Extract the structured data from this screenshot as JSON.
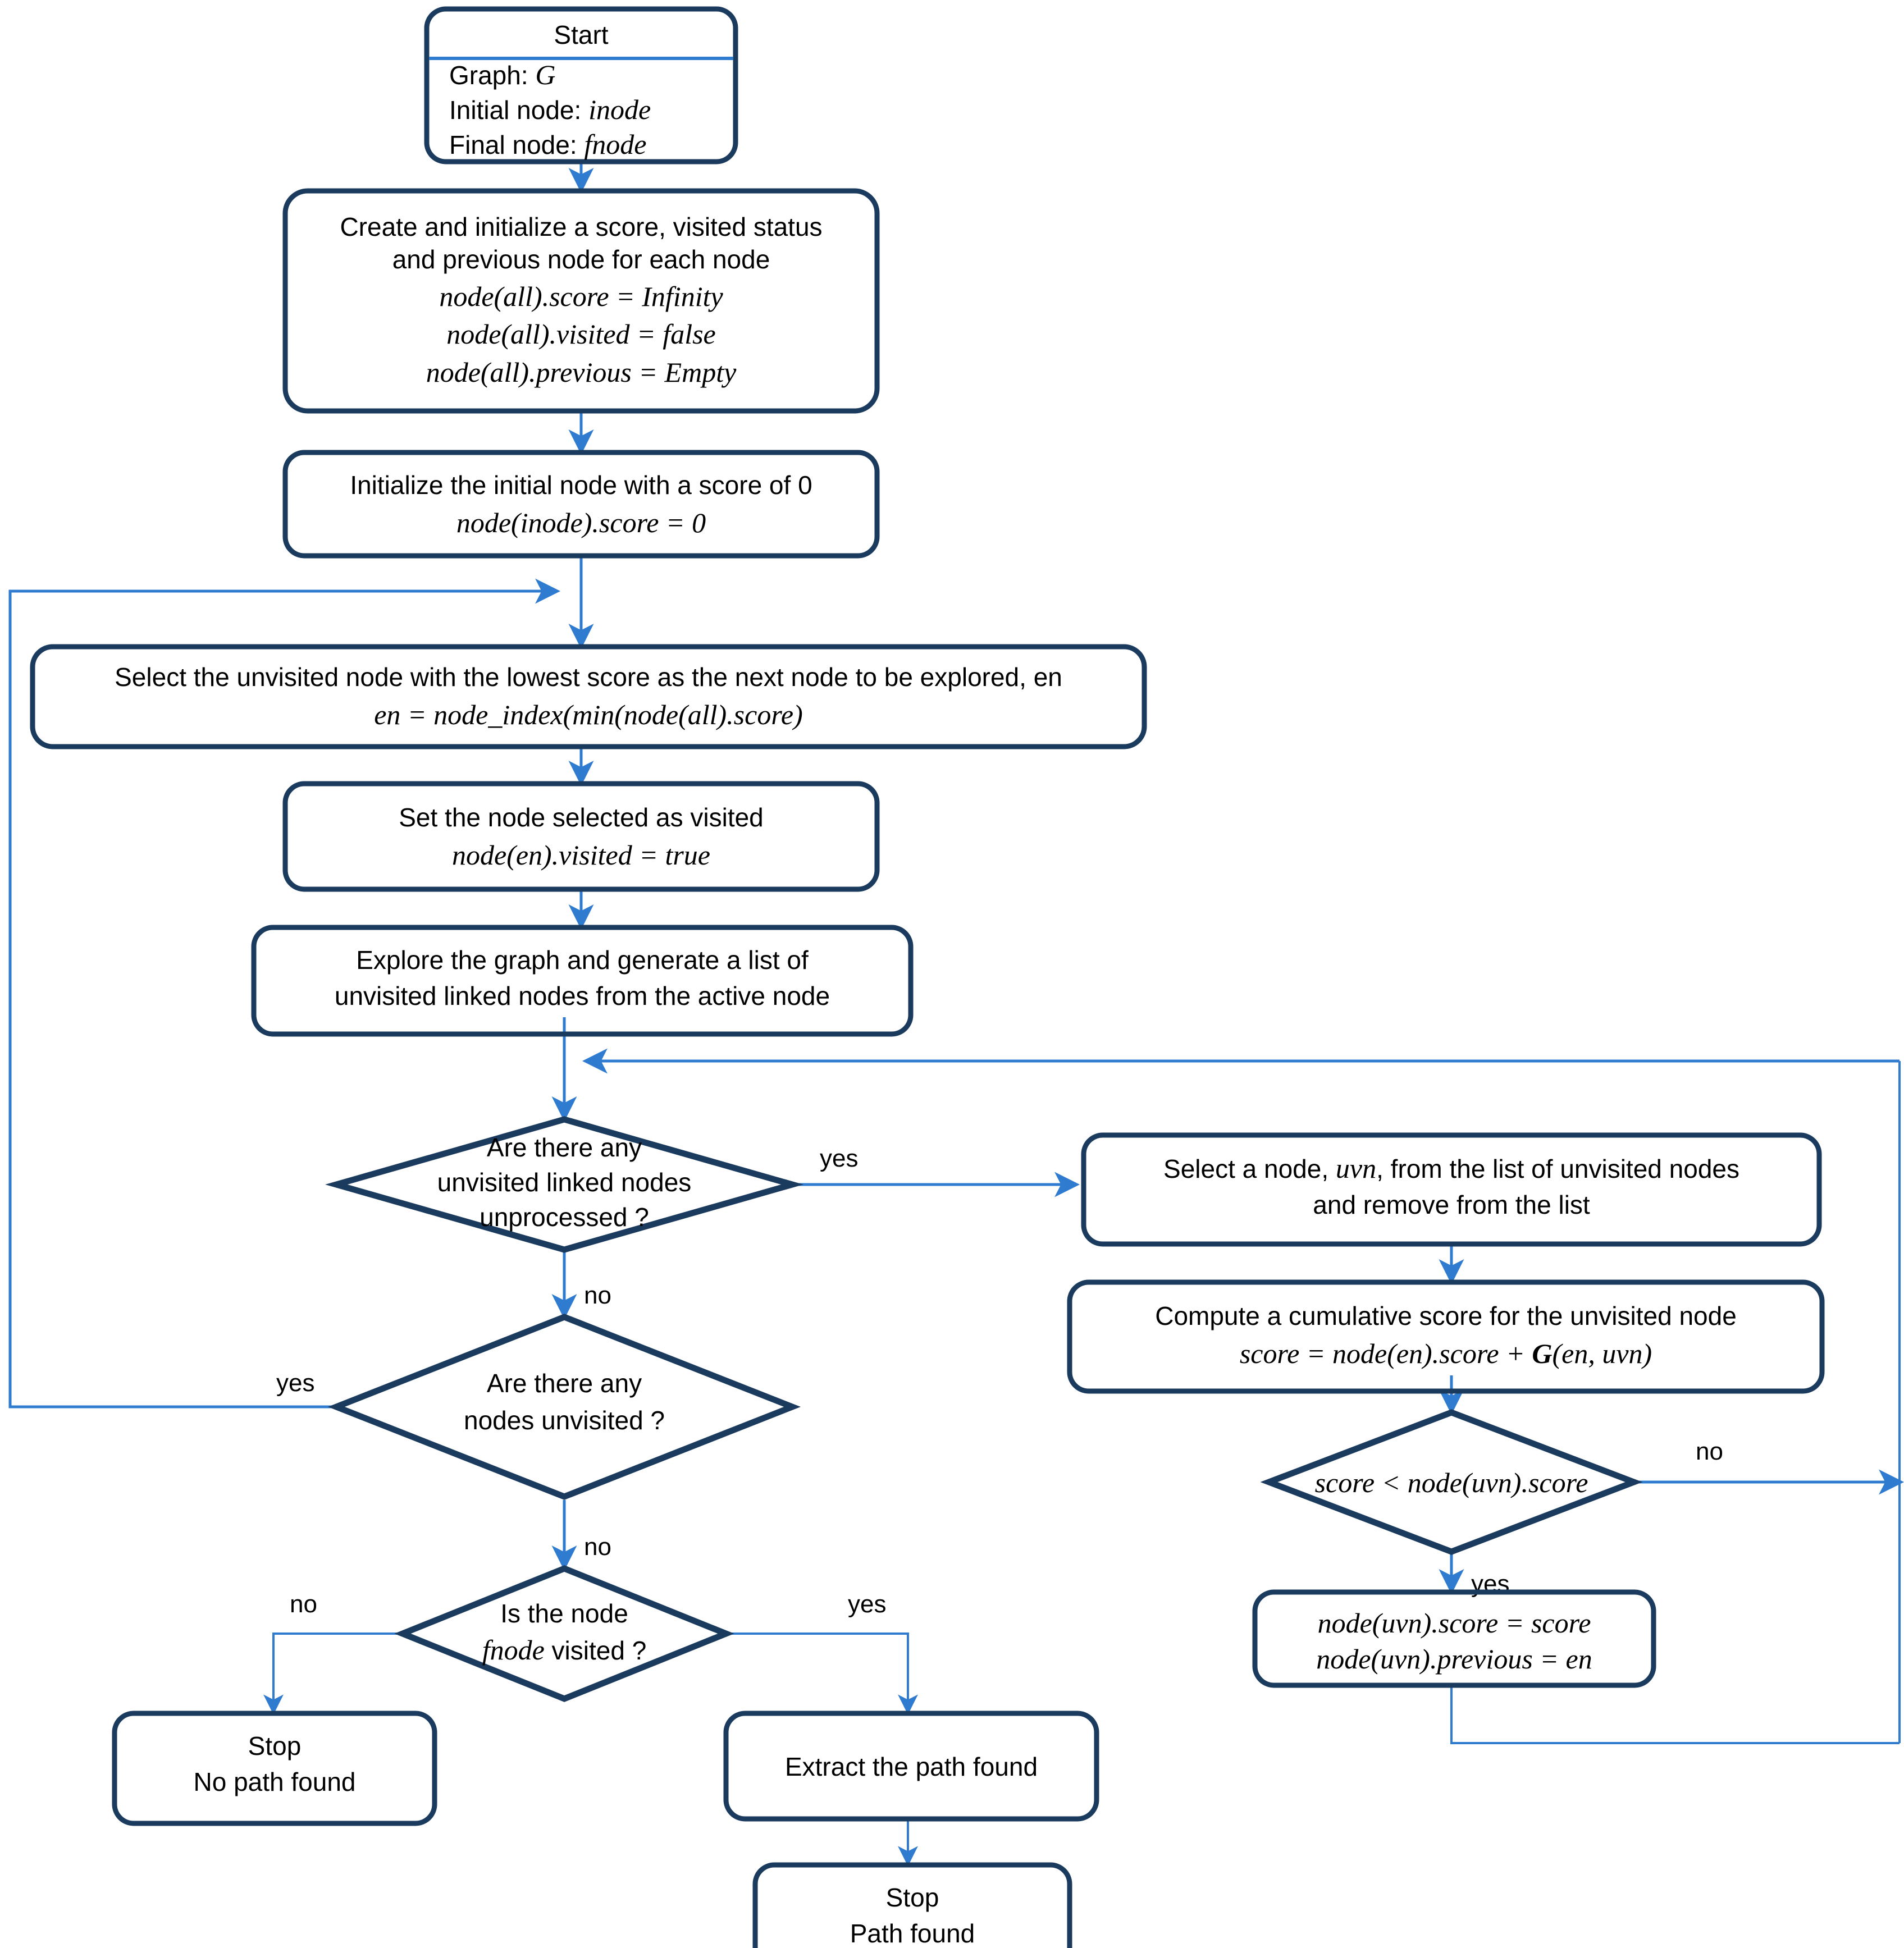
{
  "diagram": {
    "title": "Dijkstra shortest path algorithm flowchart",
    "colors": {
      "shape_border": "#1A3A5E",
      "connector": "#2E7BD0",
      "background": "#FFFFFF",
      "text": "#000000"
    },
    "nodes": {
      "start": {
        "type": "terminator",
        "header": "Start",
        "lines": [
          "Graph: G",
          "Initial node: inode",
          "Final node: fnode"
        ]
      },
      "init_all": {
        "type": "process",
        "lines": [
          "Create and initialize a score, visited status",
          "and previous node for each node",
          "node(all).score = Infinity",
          "node(all).visited = false",
          "node(all).previous = Empty"
        ]
      },
      "init_inode": {
        "type": "process",
        "lines": [
          "Initialize the initial node with a score of 0",
          "node(inode).score = 0"
        ]
      },
      "select_lowest": {
        "type": "process",
        "lines": [
          "Select the unvisited node with the lowest score as the next node to be explored, en",
          "en = node_index(min(node(all).score)"
        ]
      },
      "set_visited": {
        "type": "process",
        "lines": [
          "Set the node selected as visited",
          "node(en).visited = true"
        ]
      },
      "explore": {
        "type": "process",
        "lines": [
          "Explore the graph and generate a list of",
          "unvisited linked nodes from the active node"
        ]
      },
      "decision_unprocessed": {
        "type": "decision",
        "lines": [
          "Are there any",
          "unvisited linked nodes",
          "unprocessed ?"
        ]
      },
      "decision_unvisited": {
        "type": "decision",
        "lines": [
          "Are there any",
          "nodes unvisited ?"
        ]
      },
      "decision_fnode": {
        "type": "decision",
        "lines": [
          "Is the node",
          "fnode visited ?"
        ]
      },
      "select_uvn": {
        "type": "process",
        "lines": [
          "Select a node, uvn, from the list of unvisited nodes",
          "and remove from the list"
        ]
      },
      "compute_score": {
        "type": "process",
        "lines": [
          "Compute a cumulative score for the unvisited node",
          "score = node(en).score  + G(en, uvn)"
        ]
      },
      "decision_score": {
        "type": "decision",
        "lines": [
          "score < node(uvn).score"
        ]
      },
      "update_uvn": {
        "type": "process",
        "lines": [
          "node(uvn).score = score",
          "node(uvn).previous = en"
        ]
      },
      "stop_no_path": {
        "type": "terminator",
        "lines": [
          "Stop",
          "No path found"
        ]
      },
      "extract_path": {
        "type": "process",
        "lines": [
          "Extract the path found"
        ]
      },
      "stop_path_found": {
        "type": "terminator",
        "lines": [
          "Stop",
          "Path found"
        ]
      }
    },
    "edge_labels": {
      "unprocessed_yes": "yes",
      "unprocessed_no": "no",
      "unvisited_yes": "yes",
      "unvisited_no": "no",
      "fnode_no": "no",
      "fnode_yes": "yes",
      "score_no": "no",
      "score_yes": "yes"
    }
  }
}
